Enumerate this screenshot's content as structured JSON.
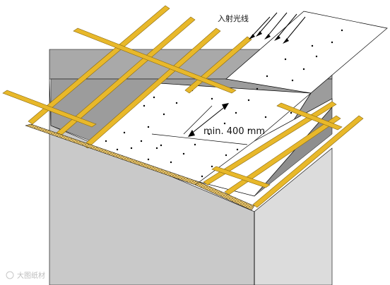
{
  "labels": {
    "incident_light": "入射光线",
    "min_distance": "min. 400 mm",
    "watermark": "大图纸材"
  },
  "colors": {
    "rafter": "#E8B82A",
    "rafter_edge": "#8A6A10",
    "wall_front": "#C8C8C8",
    "wall_side": "#DCDCDC",
    "wall_top": "#AFAFAF",
    "panel": "#FFFFFF",
    "outline": "#000000"
  }
}
